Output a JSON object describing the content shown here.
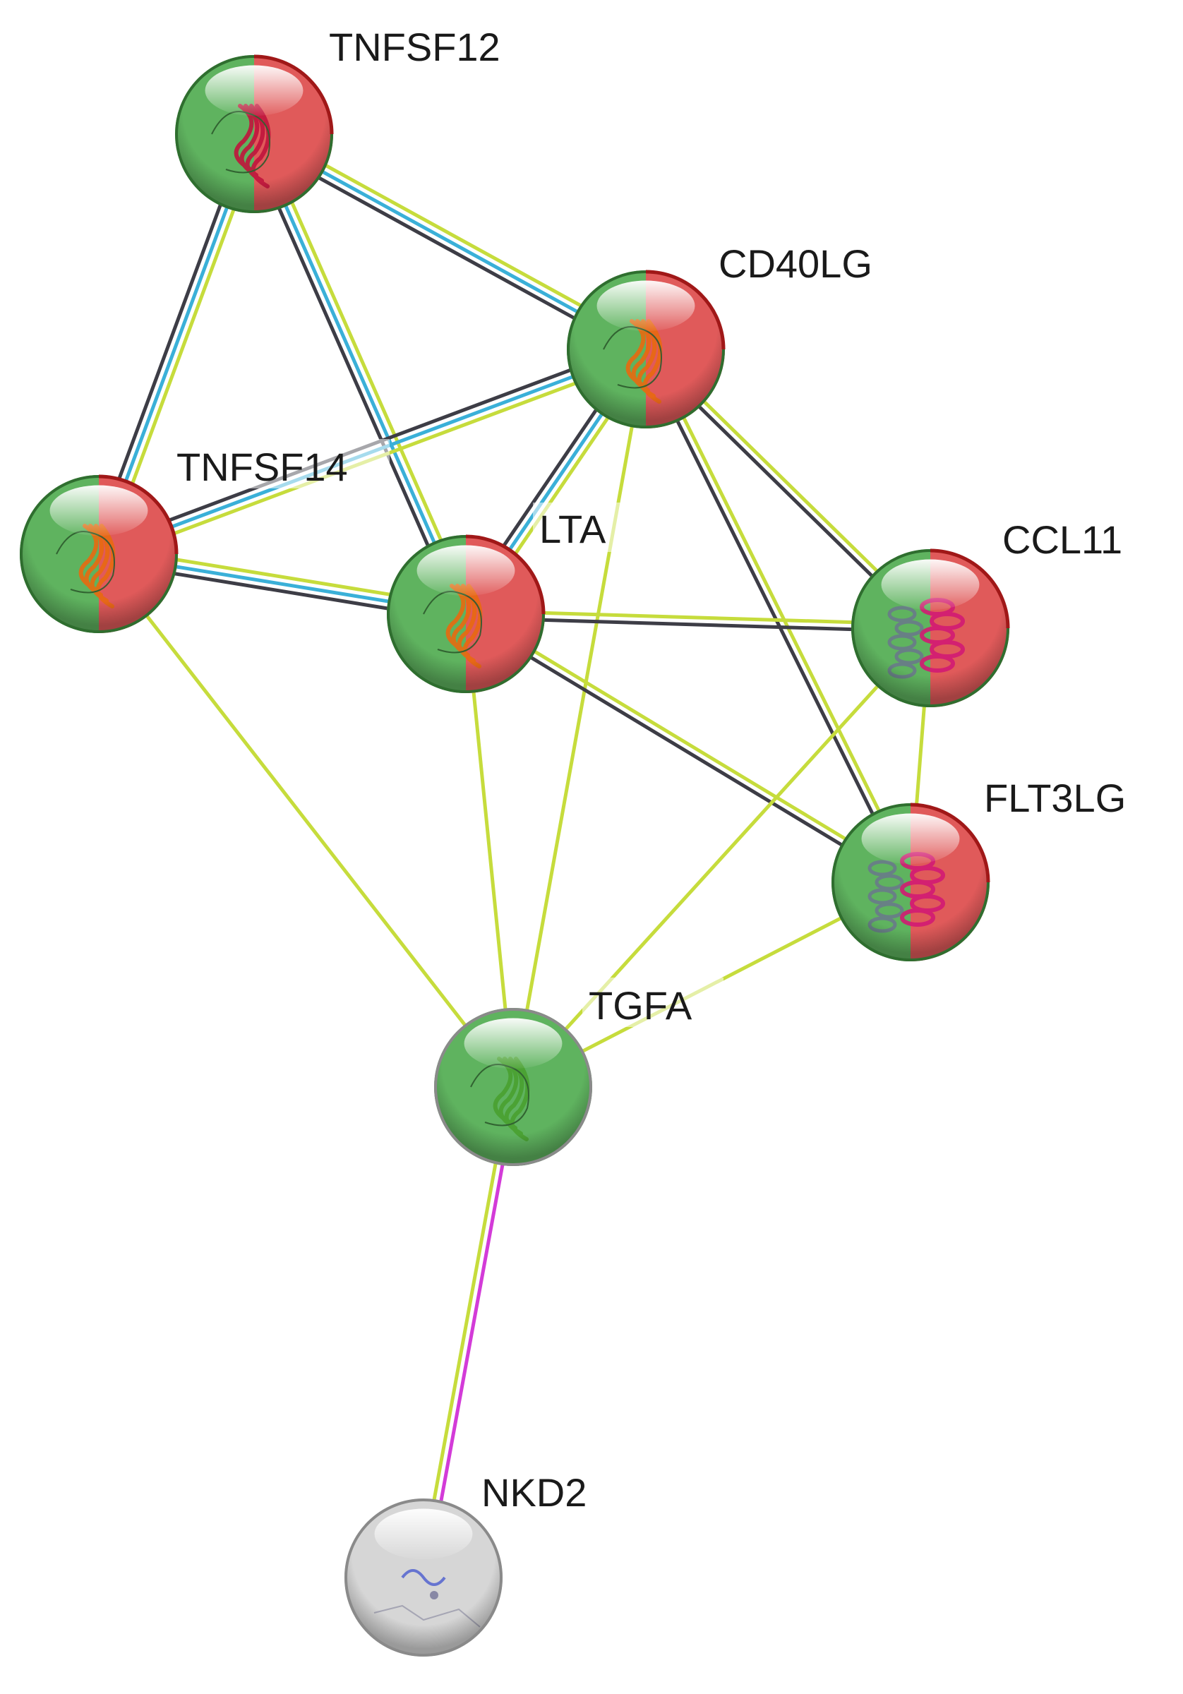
{
  "nodes": [
    {
      "id": "TNFSF12",
      "label": "TNFSF12",
      "colors": [
        "#5fb35f",
        "#e05a5a"
      ],
      "structure": "crimson-beta"
    },
    {
      "id": "CD40LG",
      "label": "CD40LG",
      "colors": [
        "#5fb35f",
        "#e05a5a"
      ],
      "structure": "orange-beta"
    },
    {
      "id": "TNFSF14",
      "label": "TNFSF14",
      "colors": [
        "#5fb35f",
        "#e05a5a"
      ],
      "structure": "orange-beta"
    },
    {
      "id": "LTA",
      "label": "LTA",
      "colors": [
        "#5fb35f",
        "#e05a5a"
      ],
      "structure": "orange-beta"
    },
    {
      "id": "CCL11",
      "label": "CCL11",
      "colors": [
        "#5fb35f",
        "#e05a5a"
      ],
      "structure": "magenta-helix"
    },
    {
      "id": "FLT3LG",
      "label": "FLT3LG",
      "colors": [
        "#5fb35f",
        "#e05a5a"
      ],
      "structure": "magenta-helix"
    },
    {
      "id": "TGFA",
      "label": "TGFA",
      "colors": [
        "#5fb35f"
      ],
      "structure": "green-beta"
    },
    {
      "id": "NKD2",
      "label": "NKD2",
      "colors": [
        "#d6d6d6"
      ],
      "structure": "blue-faint"
    }
  ],
  "edge_colors": {
    "textmining": "#c6dc3c",
    "coexpression": "#3d3d46",
    "database": "#3ab0d8",
    "experiments": "#d33bd8"
  },
  "edges": [
    {
      "source": "TNFSF12",
      "target": "CD40LG",
      "types": [
        "textmining",
        "database",
        "coexpression"
      ]
    },
    {
      "source": "TNFSF12",
      "target": "TNFSF14",
      "types": [
        "textmining",
        "database",
        "coexpression"
      ]
    },
    {
      "source": "TNFSF12",
      "target": "LTA",
      "types": [
        "textmining",
        "database",
        "coexpression"
      ]
    },
    {
      "source": "CD40LG",
      "target": "TNFSF14",
      "types": [
        "textmining",
        "database",
        "coexpression"
      ]
    },
    {
      "source": "CD40LG",
      "target": "LTA",
      "types": [
        "textmining",
        "database",
        "coexpression"
      ]
    },
    {
      "source": "CD40LG",
      "target": "CCL11",
      "types": [
        "textmining",
        "coexpression"
      ]
    },
    {
      "source": "CD40LG",
      "target": "FLT3LG",
      "types": [
        "textmining",
        "coexpression"
      ]
    },
    {
      "source": "CD40LG",
      "target": "TGFA",
      "types": [
        "textmining"
      ]
    },
    {
      "source": "TNFSF14",
      "target": "LTA",
      "types": [
        "textmining",
        "database",
        "coexpression"
      ]
    },
    {
      "source": "TNFSF14",
      "target": "TGFA",
      "types": [
        "textmining"
      ]
    },
    {
      "source": "LTA",
      "target": "CCL11",
      "types": [
        "textmining",
        "coexpression"
      ]
    },
    {
      "source": "LTA",
      "target": "FLT3LG",
      "types": [
        "textmining",
        "coexpression"
      ]
    },
    {
      "source": "LTA",
      "target": "TGFA",
      "types": [
        "textmining"
      ]
    },
    {
      "source": "CCL11",
      "target": "FLT3LG",
      "types": [
        "textmining"
      ]
    },
    {
      "source": "CCL11",
      "target": "TGFA",
      "types": [
        "textmining"
      ]
    },
    {
      "source": "FLT3LG",
      "target": "TGFA",
      "types": [
        "textmining"
      ]
    },
    {
      "source": "TGFA",
      "target": "NKD2",
      "types": [
        "experiments",
        "textmining"
      ]
    }
  ]
}
